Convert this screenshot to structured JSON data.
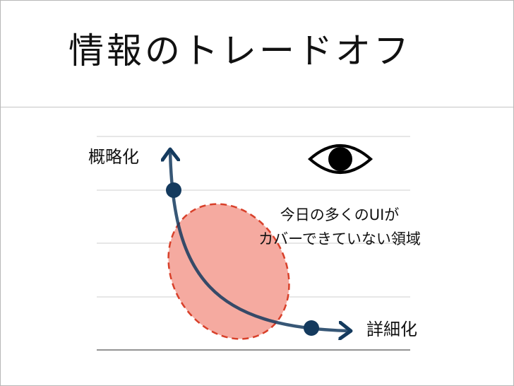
{
  "slide": {
    "title": "情報のトレードオフ"
  },
  "diagram": {
    "top_label": "概略化",
    "bottom_label": "詳細化",
    "note_lines": [
      "今日の多くのUIが",
      "カバーできていない領域"
    ],
    "icons": [
      "eye-icon"
    ],
    "colors": {
      "curve": "#143a5e",
      "region_fill": "#f5aaa0",
      "region_stroke": "#d8402a",
      "gridline": "#cfcfcf"
    }
  }
}
